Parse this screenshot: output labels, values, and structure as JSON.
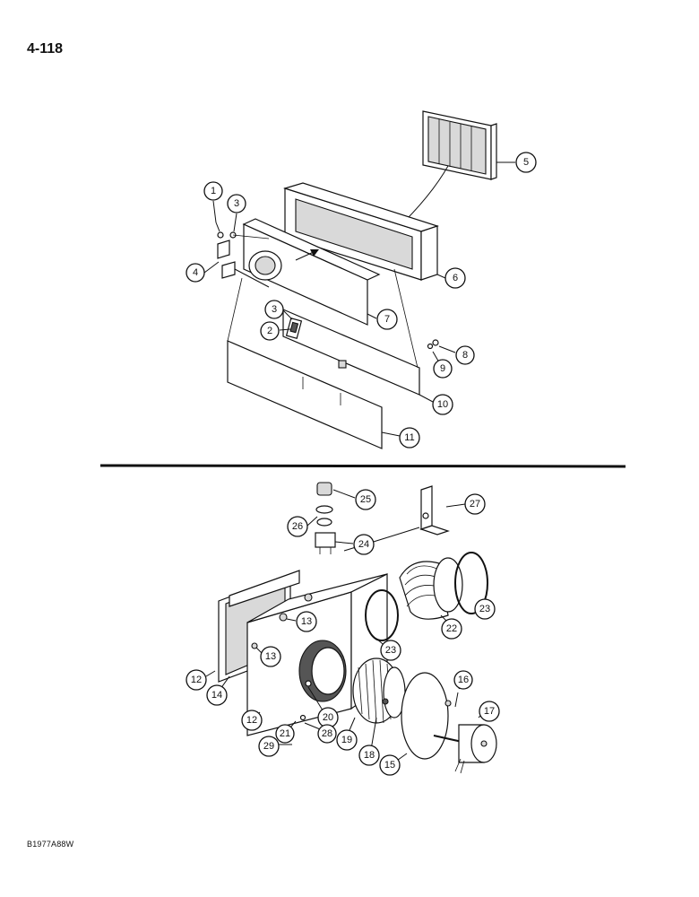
{
  "page_number": "4-118",
  "figure_code": "B1977A88W",
  "callouts": [
    {
      "label": "1"
    },
    {
      "label": "3"
    },
    {
      "label": "4"
    },
    {
      "label": "5"
    },
    {
      "label": "6"
    },
    {
      "label": "7"
    },
    {
      "label": "3"
    },
    {
      "label": "2"
    },
    {
      "label": "8"
    },
    {
      "label": "9"
    },
    {
      "label": "10"
    },
    {
      "label": "11"
    },
    {
      "label": "25"
    },
    {
      "label": "27"
    },
    {
      "label": "26"
    },
    {
      "label": "24"
    },
    {
      "label": "23"
    },
    {
      "label": "22"
    },
    {
      "label": "13"
    },
    {
      "label": "13"
    },
    {
      "label": "23"
    },
    {
      "label": "12"
    },
    {
      "label": "14"
    },
    {
      "label": "16"
    },
    {
      "label": "17"
    },
    {
      "label": "12"
    },
    {
      "label": "20"
    },
    {
      "label": "28"
    },
    {
      "label": "21"
    },
    {
      "label": "29"
    },
    {
      "label": "19"
    },
    {
      "label": "18"
    },
    {
      "label": "15"
    }
  ]
}
